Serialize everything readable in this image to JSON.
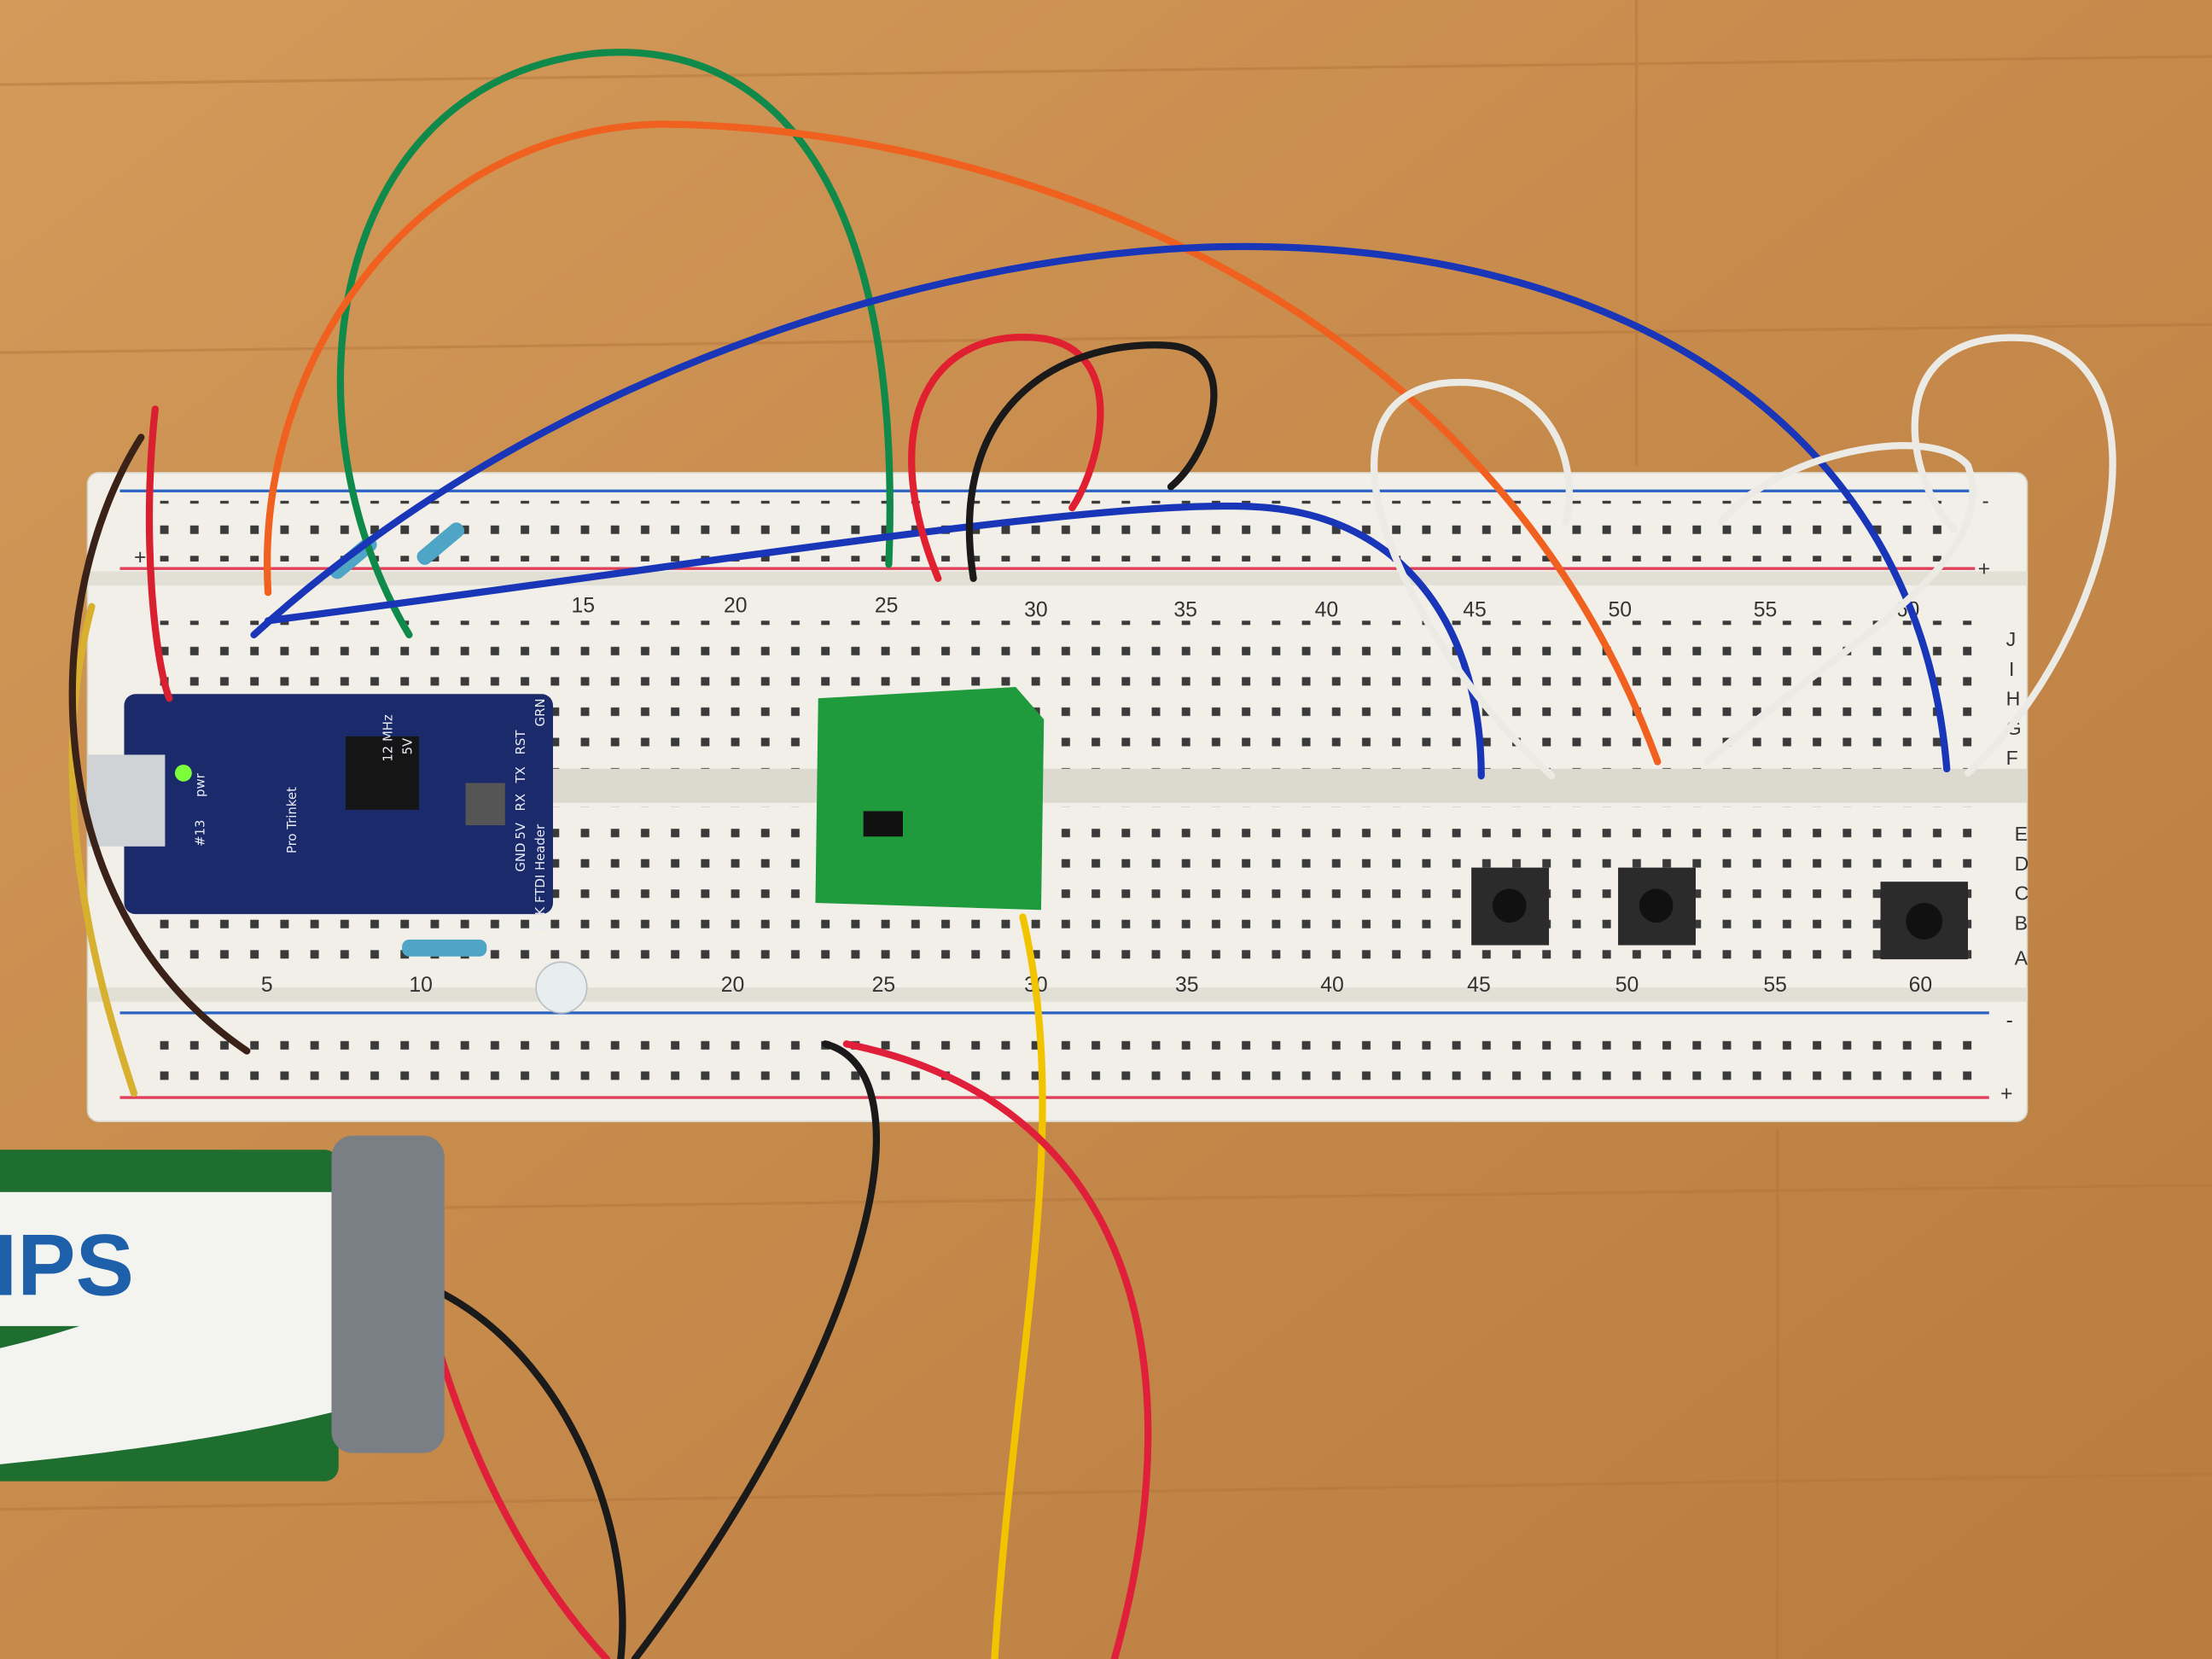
{
  "breadboard": {
    "top_column_labels": [
      "15",
      "20",
      "25",
      "30",
      "35",
      "40",
      "45",
      "50",
      "55",
      "60"
    ],
    "bottom_column_labels": [
      "5",
      "10",
      "20",
      "25",
      "30",
      "35",
      "40",
      "45",
      "50",
      "55",
      "60"
    ],
    "upper_row_labels": [
      "J",
      "I",
      "H",
      "G",
      "F"
    ],
    "lower_row_labels": [
      "E",
      "D",
      "C",
      "B",
      "A"
    ],
    "rail_plus": "+",
    "rail_minus": "-"
  },
  "pro_trinket": {
    "name": "Pro Trinket",
    "voltage_badge": "5V",
    "clock": "12 MHz",
    "header": "FTDI Header",
    "pins": [
      "RST",
      "TX",
      "RX",
      "5V",
      "GND",
      "BLK",
      "GRN"
    ],
    "power_label": "pwr",
    "led_label": "#13"
  },
  "battery": {
    "brand_text": "IPS"
  },
  "colors": {
    "table": "#c98d4e",
    "breadboard": "#f1efe8",
    "rail_red": "#e0405a",
    "rail_blue": "#2a63c4",
    "trinket_blue": "#1b2a6b",
    "rf_pcb_green": "#1f9a3c"
  }
}
